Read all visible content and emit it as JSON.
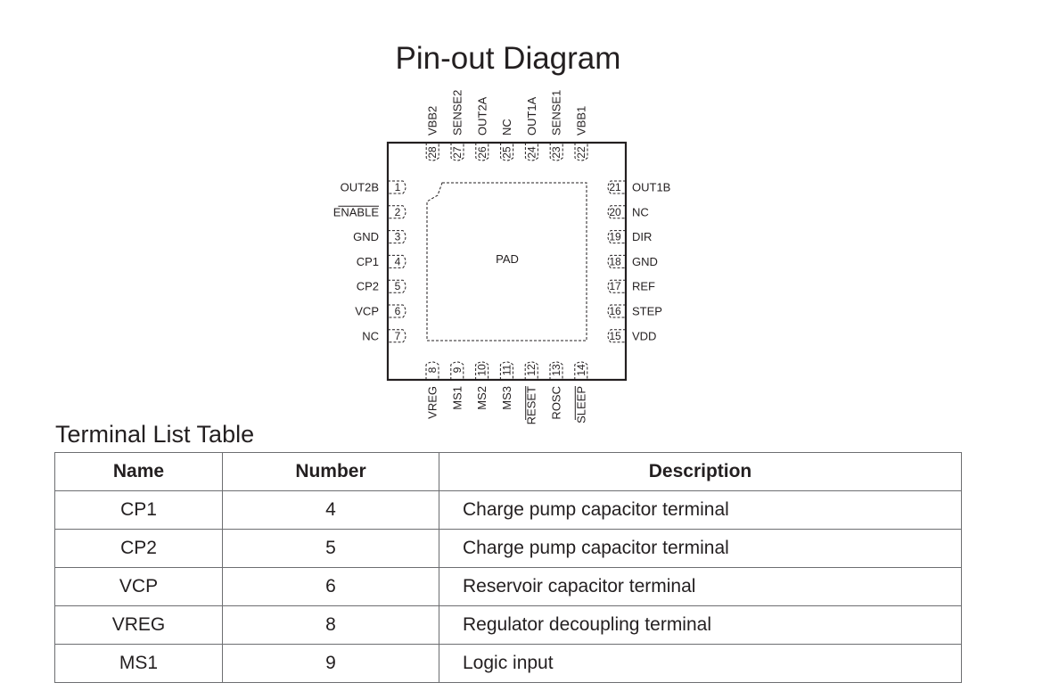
{
  "diagram": {
    "title": "Pin-out Diagram",
    "pad_label": "PAD",
    "pins": [
      {
        "number": "1",
        "name": "OUT2B",
        "overline": false
      },
      {
        "number": "2",
        "name": "ENABLE",
        "overline": true
      },
      {
        "number": "3",
        "name": "GND",
        "overline": false
      },
      {
        "number": "4",
        "name": "CP1",
        "overline": false
      },
      {
        "number": "5",
        "name": "CP2",
        "overline": false
      },
      {
        "number": "6",
        "name": "VCP",
        "overline": false
      },
      {
        "number": "7",
        "name": "NC",
        "overline": false
      },
      {
        "number": "8",
        "name": "VREG",
        "overline": false
      },
      {
        "number": "9",
        "name": "MS1",
        "overline": false
      },
      {
        "number": "10",
        "name": "MS2",
        "overline": false
      },
      {
        "number": "11",
        "name": "MS3",
        "overline": false
      },
      {
        "number": "12",
        "name": "RESET",
        "overline": true
      },
      {
        "number": "13",
        "name": "ROSC",
        "overline": false
      },
      {
        "number": "14",
        "name": "SLEEP",
        "overline": true
      },
      {
        "number": "15",
        "name": "VDD",
        "overline": false
      },
      {
        "number": "16",
        "name": "STEP",
        "overline": false
      },
      {
        "number": "17",
        "name": "REF",
        "overline": false
      },
      {
        "number": "18",
        "name": "GND",
        "overline": false
      },
      {
        "number": "19",
        "name": "DIR",
        "overline": false
      },
      {
        "number": "20",
        "name": "NC",
        "overline": false
      },
      {
        "number": "21",
        "name": "OUT1B",
        "overline": false
      },
      {
        "number": "22",
        "name": "VBB1",
        "overline": false
      },
      {
        "number": "23",
        "name": "SENSE1",
        "overline": false
      },
      {
        "number": "24",
        "name": "OUT1A",
        "overline": false
      },
      {
        "number": "25",
        "name": "NC",
        "overline": false
      },
      {
        "number": "26",
        "name": "OUT2A",
        "overline": false
      },
      {
        "number": "27",
        "name": "SENSE2",
        "overline": false
      },
      {
        "number": "28",
        "name": "VBB2",
        "overline": false
      }
    ]
  },
  "table": {
    "title": "Terminal List Table",
    "headers": {
      "name": "Name",
      "number": "Number",
      "description": "Description"
    },
    "rows": [
      {
        "name": "CP1",
        "number": "4",
        "description": "Charge pump capacitor terminal"
      },
      {
        "name": "CP2",
        "number": "5",
        "description": "Charge pump capacitor terminal"
      },
      {
        "name": "VCP",
        "number": "6",
        "description": "Reservoir capacitor terminal"
      },
      {
        "name": "VREG",
        "number": "8",
        "description": "Regulator decoupling terminal"
      },
      {
        "name": "MS1",
        "number": "9",
        "description": "Logic input"
      }
    ]
  }
}
